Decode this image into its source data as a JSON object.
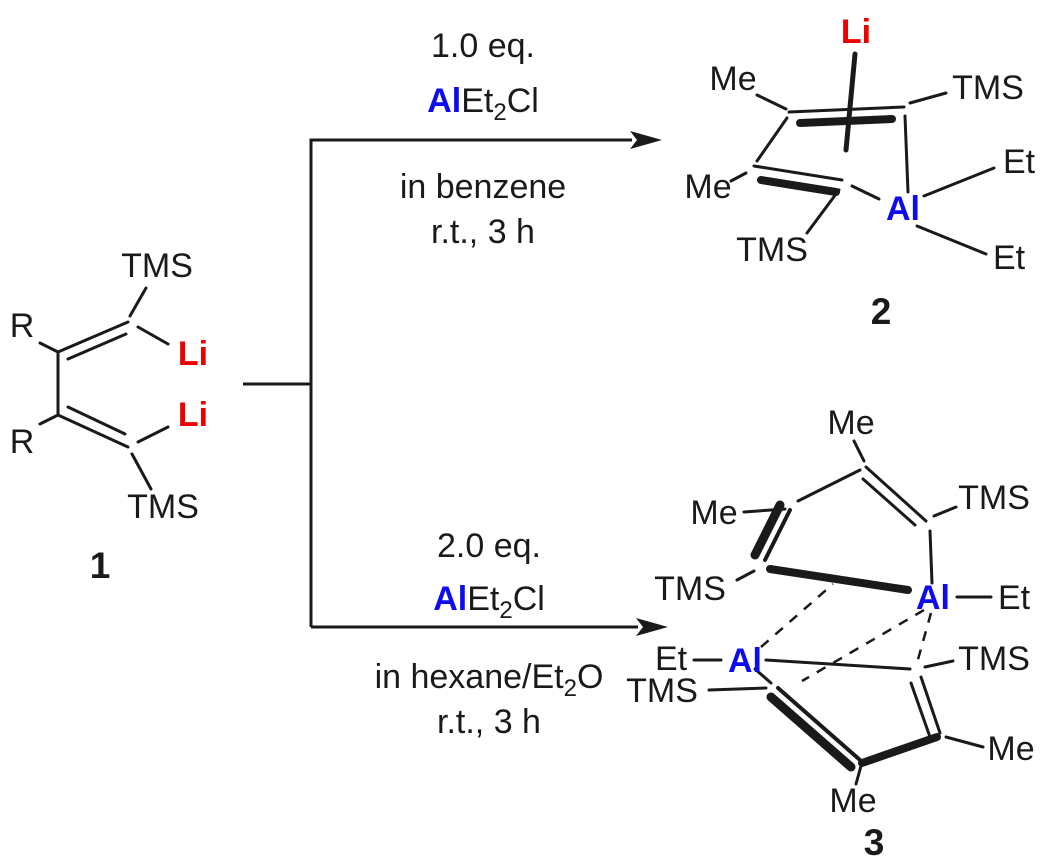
{
  "colors": {
    "lithium": "#ee0000",
    "aluminum": "#0c0cee",
    "bond": "#1a1a1a"
  },
  "compound1": {
    "id": "1",
    "tms_top": "TMS",
    "r_top": "R",
    "li_top": "Li",
    "li_bottom": "Li",
    "r_bottom": "R",
    "tms_bottom": "TMS"
  },
  "top_reaction": {
    "equivalents": "1.0 eq.",
    "reagent": {
      "metal": "Al",
      "part1": "Et",
      "subscript": "2",
      "part2": "Cl"
    },
    "solvent": "in benzene",
    "conditions": "r.t., 3 h"
  },
  "bottom_reaction": {
    "equivalents": "2.0 eq.",
    "reagent": {
      "metal": "Al",
      "part1": "Et",
      "subscript": "2",
      "part2": "Cl"
    },
    "solvent": {
      "part1": "in hexane/Et",
      "subscript": "2",
      "part2": "O"
    },
    "conditions": "r.t., 3 h"
  },
  "compound2": {
    "id": "2",
    "li": "Li",
    "me_top": "Me",
    "tms_top": "TMS",
    "me_left": "Me",
    "al": "Al",
    "et_top": "Et",
    "et_bottom": "Et",
    "tms_bottom": "TMS"
  },
  "compound3": {
    "id": "3",
    "upper": {
      "me_top": "Me",
      "tms_right": "TMS",
      "me_left": "Me",
      "tms_left": "TMS",
      "al": "Al",
      "et": "Et"
    },
    "lower": {
      "et": "Et",
      "al": "Al",
      "tms_left": "TMS",
      "tms_right": "TMS",
      "me_right": "Me",
      "me_bottom": "Me"
    }
  }
}
